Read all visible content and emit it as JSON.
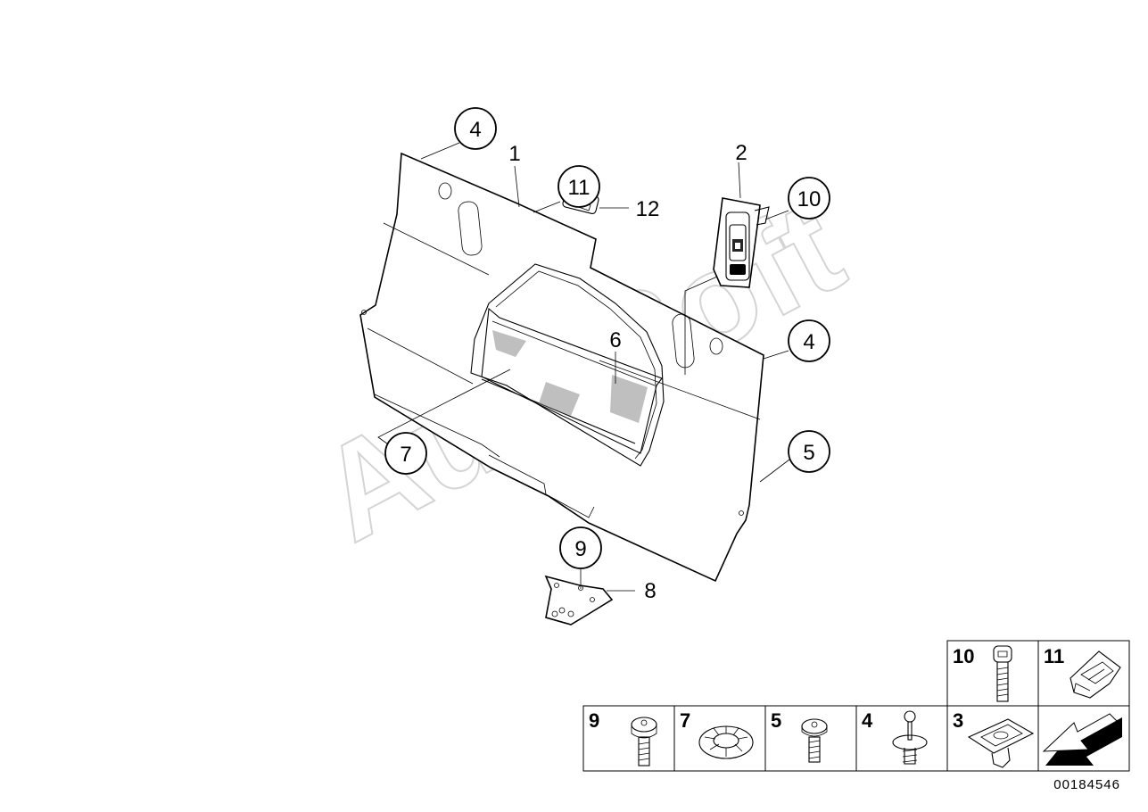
{
  "diagram": {
    "watermark": "AutoSoft",
    "diagram_id": "00184546",
    "callouts": [
      {
        "id": "c4a",
        "label": "4",
        "circled": true
      },
      {
        "id": "c1",
        "label": "1",
        "circled": false
      },
      {
        "id": "c11",
        "label": "11",
        "circled": true
      },
      {
        "id": "c12",
        "label": "12",
        "circled": false
      },
      {
        "id": "c2",
        "label": "2",
        "circled": false
      },
      {
        "id": "c10",
        "label": "10",
        "circled": true
      },
      {
        "id": "c6",
        "label": "6",
        "circled": false
      },
      {
        "id": "c4b",
        "label": "4",
        "circled": true
      },
      {
        "id": "c7",
        "label": "7",
        "circled": true
      },
      {
        "id": "c5",
        "label": "5",
        "circled": true
      },
      {
        "id": "c9",
        "label": "9",
        "circled": true
      },
      {
        "id": "c8",
        "label": "8",
        "circled": false
      }
    ],
    "fastener_table": {
      "top_row": [
        {
          "label": "10",
          "icon": "hex-bolt-icon"
        },
        {
          "label": "11",
          "icon": "clip-nut-icon"
        }
      ],
      "bottom_row": [
        {
          "label": "9",
          "icon": "collar-screw-icon"
        },
        {
          "label": "7",
          "icon": "grommet-icon"
        },
        {
          "label": "5",
          "icon": "pan-screw-icon"
        },
        {
          "label": "4",
          "icon": "expanding-rivet-icon"
        },
        {
          "label": "3",
          "icon": "clip-icon"
        },
        {
          "label": "",
          "icon": "arrow-icon"
        }
      ]
    }
  }
}
